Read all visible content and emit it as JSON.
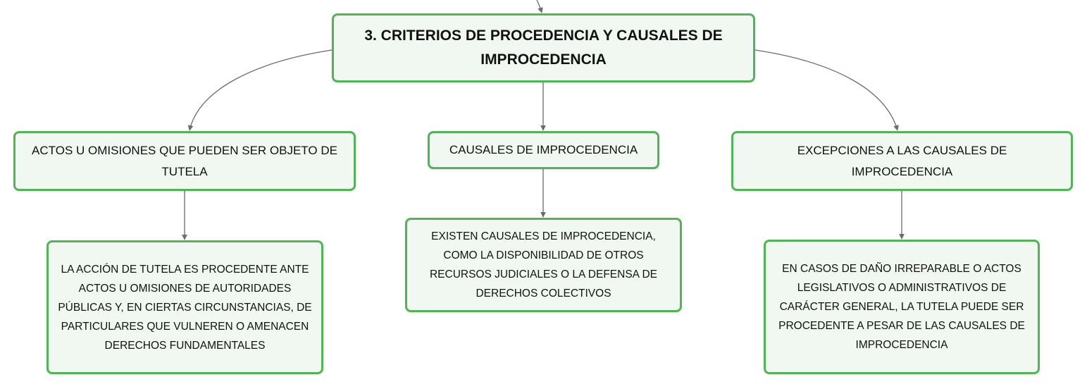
{
  "diagram": {
    "root": {
      "text": "3. CRITERIOS DE PROCEDENCIA Y CAUSALES DE IMPROCEDENCIA"
    },
    "branches": [
      {
        "title": "ACTOS U OMISIONES QUE PUEDEN SER OBJETO DE TUTELA",
        "detail": "LA ACCIÓN DE TUTELA ES PROCEDENTE ANTE ACTOS U OMISIONES DE AUTORIDADES PÚBLICAS Y, EN CIERTAS CIRCUNSTANCIAS, DE PARTICULARES QUE VULNEREN O AMENACEN DERECHOS FUNDAMENTALES"
      },
      {
        "title": "CAUSALES DE IMPROCEDENCIA",
        "detail": "EXISTEN CAUSALES DE IMPROCEDENCIA, COMO LA DISPONIBILIDAD DE OTROS RECURSOS JUDICIALES O LA DEFENSA DE DERECHOS COLECTIVOS"
      },
      {
        "title": "EXCEPCIONES A LAS CAUSALES DE IMPROCEDENCIA",
        "detail": "EN CASOS DE DAÑO IRREPARABLE O ACTOS LEGISLATIVOS O ADMINISTRATIVOS DE CARÁCTER GENERAL, LA TUTELA PUEDE SER PROCEDENTE A PESAR DE LAS CAUSALES DE IMPROCEDENCIA"
      }
    ]
  },
  "colors": {
    "node_border": "#55b25a",
    "node_fill": "#f1f8f1",
    "connector": "#6b6b6b",
    "text": "#111111"
  }
}
